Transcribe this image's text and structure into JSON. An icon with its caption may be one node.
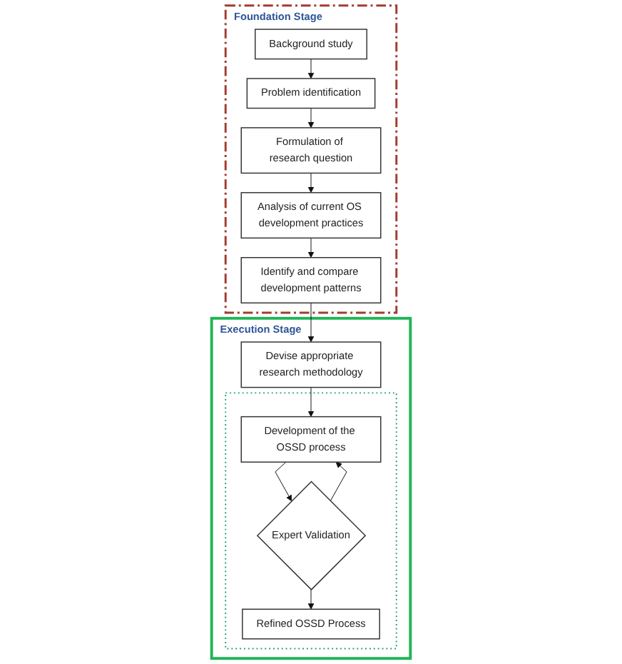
{
  "diagram": {
    "nodes": [
      {
        "text": [
          "Foundation Stage"
        ]
      },
      {
        "text": [
          "Background study"
        ],
        "in": 0
      },
      {
        "text": [
          "Problem identification"
        ],
        "in": 0
      },
      {
        "text": [
          "Formulation of research question"
        ],
        "in": 0
      },
      {
        "text": [
          "Analysis of current OS development practices"
        ],
        "in": 0
      },
      {
        "text": [
          "Identify and compare development patterns"
        ],
        "in": 0
      },
      {
        "text": [
          "Execution Stage"
        ]
      },
      {
        "text": [
          "Devise appropriate research methodology"
        ],
        "in": 6
      },
      {
        "text": [],
        "shape": "box",
        "in": 6
      },
      {
        "text": [
          "Development of the OSSD process"
        ],
        "in": 8
      },
      {
        "text": [
          "Expert Validation"
        ],
        "in": 8
      },
      {
        "text": [
          "Refined OSSD Process"
        ],
        "in": 8
      }
    ],
    "edges": [
      {
        "from": 1,
        "to": 2,
        "arrow": "to"
      },
      {
        "from": 2,
        "to": 3,
        "arrow": "to"
      },
      {
        "from": 3,
        "to": 4,
        "arrow": "to"
      },
      {
        "from": 4,
        "to": 5,
        "arrow": "to"
      },
      {
        "from": 5,
        "to": 7,
        "arrow": "to"
      },
      {
        "from": 7,
        "to": 9,
        "arrow": "to"
      },
      {
        "from": 9,
        "to": 10,
        "arrow": "to"
      },
      {
        "from": 10,
        "to": 11,
        "arrow": "to"
      },
      {
        "from": 10,
        "to": 9,
        "arrow": "to"
      }
    ]
  }
}
